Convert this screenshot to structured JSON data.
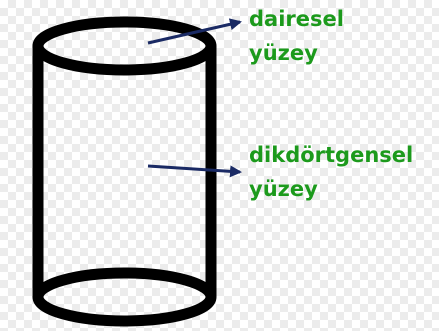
{
  "colors": {
    "outline": "#000000",
    "arrow": "#1a2a64",
    "label_text": "#1c9a1c"
  },
  "labels": {
    "circular_surface": {
      "line1": "dairesel",
      "line2": "yüzey"
    },
    "rectangular_surface": {
      "line1": "dikdörtgensel",
      "line2": "yüzey"
    }
  }
}
